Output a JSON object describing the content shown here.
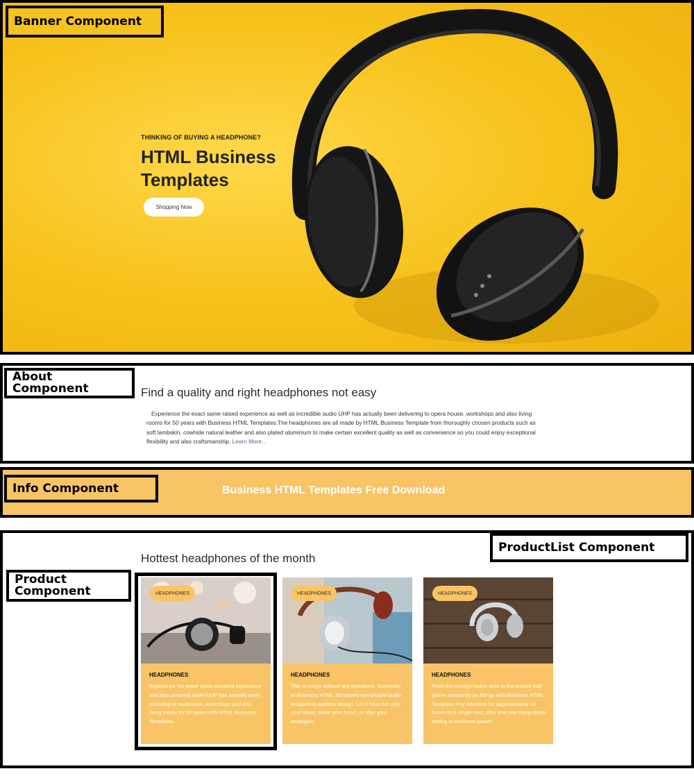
{
  "annotations": {
    "banner": "Banner Component",
    "about": "About Component",
    "info": "Info Component",
    "product_list": "ProductList Component",
    "product": "Product Component"
  },
  "banner": {
    "kicker": "THINKING OF BUYING A HEADPHONE?",
    "title": "HTML Business Templates",
    "button": "Shopping Now",
    "bg_color": "#f6c21d",
    "image_icon": "headphones-image"
  },
  "about": {
    "title": "Find a quality and right headphones not easy",
    "text": "Experience the exact same raised experience as well as incredible audio UHP has actually been delivering to opera house, workshops and also living rooms for 50 years with Business HTML Templates.The headphones are all made by HTML Business Template from thoroughly chosen products such as soft lambskin, cowhide natural leather and also plated aluminium to make certain excellent quality as well as convenience so you could enjoy exceptional flexibility and also craftsmanship.",
    "link": "Learn More..."
  },
  "info": {
    "text": "Business HTML Templates Free Download",
    "bg_color": "#f8c465"
  },
  "products": {
    "title": "Hottest headphones of the month",
    "items": [
      {
        "tag": "HEADPHONES",
        "name": "HEADPHONES",
        "desc": "Experience the exact same elevated experience and also amazing audio UHP has actually been providing to auditorium, workshops and also living rooms for 50 years with HTML Business Templates."
      },
      {
        "tag": "HEADPHONES",
        "name": "HEADPHONES",
        "desc": "This is songs without any limitations. Surrender to Business HTML Templates remarkable audio wrapped in ageless design. Let it have fun with your ideas, tinker your heart, or alter your strategies."
      },
      {
        "tag": "HEADPHONES",
        "name": "HEADPHONES",
        "desc": "From the storage locker area to the lecture hall, you're constantly on the go with Business HTML Template. Pay attention for approximately 18 hours on a single cost, after that use Deep-Sleep setting to conserve power."
      }
    ]
  }
}
